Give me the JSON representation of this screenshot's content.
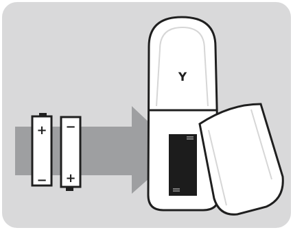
{
  "illustration": {
    "colors": {
      "background": "#d9d9da",
      "frame": "#ffffff",
      "outline": "#1f1f1f",
      "arrow": "#9e9fa1",
      "compartment": "#1c1c1c",
      "inner_line": "#d6d6d6"
    },
    "remote": {
      "logo_symbol": "Y",
      "icons": [
        "remote-control",
        "battery-compartment",
        "battery-cover"
      ]
    },
    "batteries": [
      {
        "top_symbol": "+",
        "bottom_symbol": "−"
      },
      {
        "top_symbol": "−",
        "bottom_symbol": "+"
      }
    ]
  }
}
